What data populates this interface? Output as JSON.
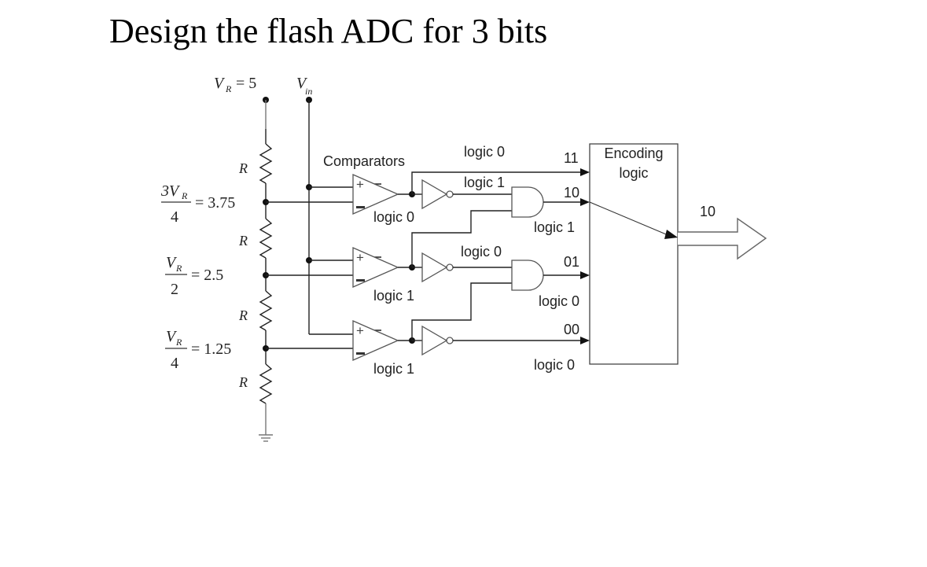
{
  "title": "Design the flash ADC for 3 bits",
  "reference": {
    "vr_symbol": "V",
    "vr_subscript": "R",
    "vr_value_text": "= 5",
    "vin_symbol": "V",
    "vin_subscript": "in"
  },
  "resistor_label": "R",
  "taps": [
    {
      "numerator": "3V",
      "numerator_sub": "R",
      "denominator": "4",
      "value_text": "= 3.75"
    },
    {
      "numerator": "V",
      "numerator_sub": "R",
      "denominator": "2",
      "value_text": "= 2.5"
    },
    {
      "numerator": "V",
      "numerator_sub": "R",
      "denominator": "4",
      "value_text": "= 1.25"
    }
  ],
  "comparators": {
    "heading": "Comparators",
    "plus_sign": "+",
    "minus_sign": "−",
    "output_labels": [
      "logic 0",
      "logic 1",
      "logic 1"
    ]
  },
  "inverter_labels": [
    "logic 1",
    "logic 0"
  ],
  "top_line_label": "logic 0",
  "and_output_labels": [
    "logic 1",
    "logic 0"
  ],
  "bottom_line_label": "logic 0",
  "codes": [
    "11",
    "10",
    "01",
    "00"
  ],
  "encoder": {
    "label_line1": "Encoding",
    "label_line2": "logic"
  },
  "output": {
    "code": "10"
  }
}
